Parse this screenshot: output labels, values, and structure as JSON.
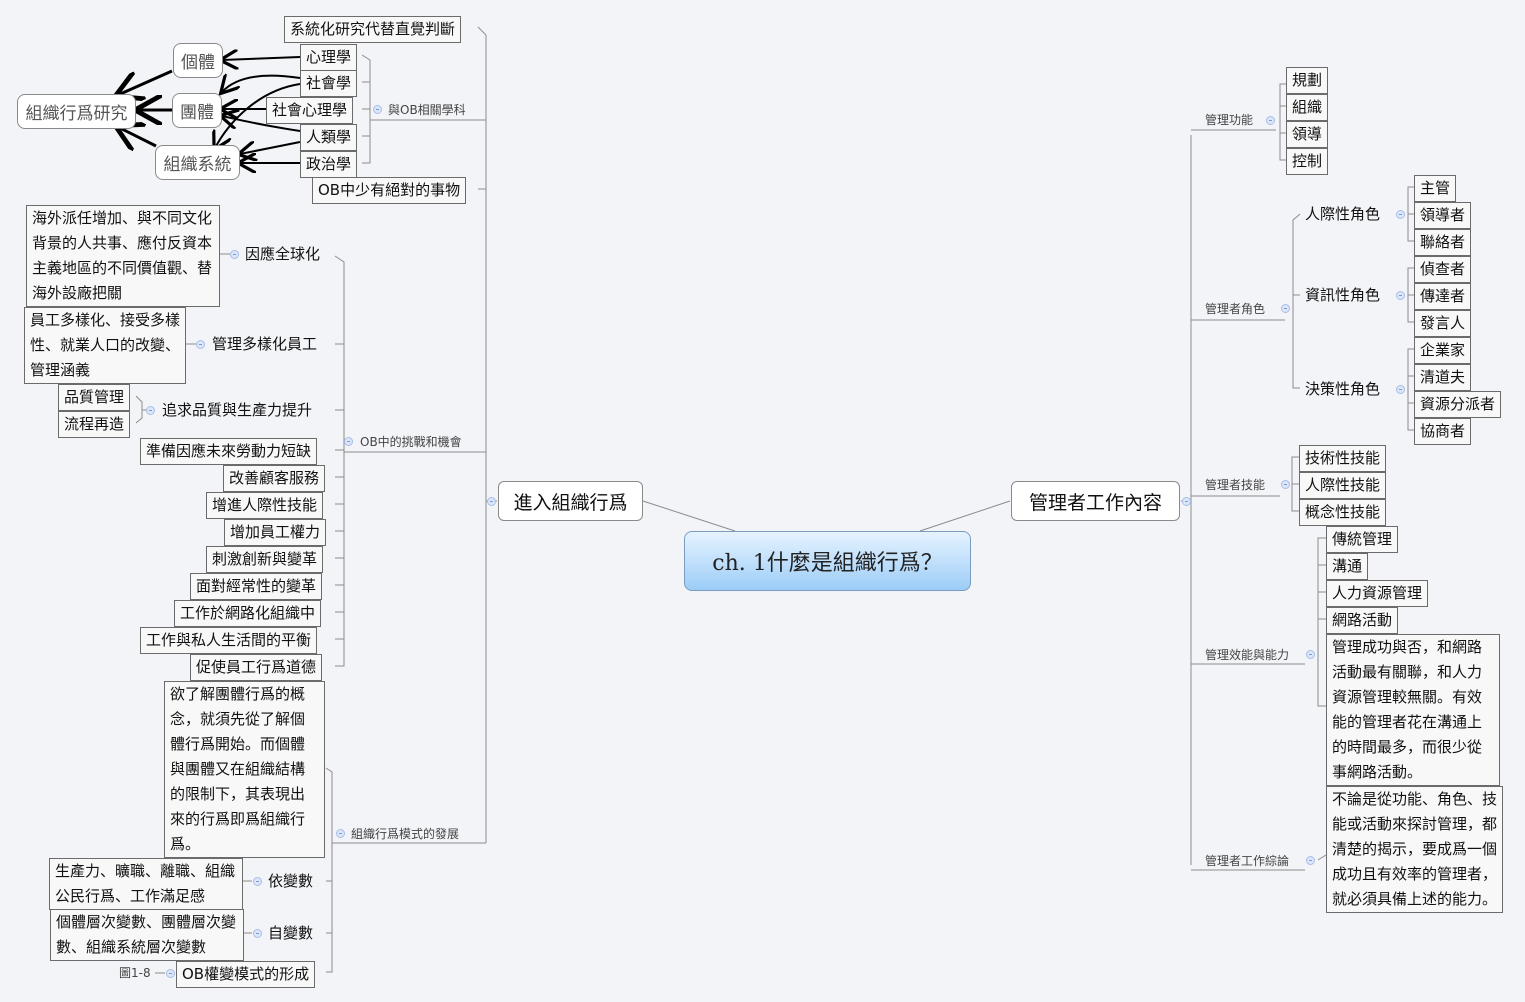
{
  "center": {
    "label": "ch. 1什麼是組織行爲？"
  },
  "left": {
    "main": "進入組織行爲",
    "systematic": "系統化研究代替直覺判斷",
    "related_fields": {
      "label": "與OB相關學科",
      "fields": [
        "心理學",
        "社會學",
        "社會心理學",
        "人類學",
        "政治學"
      ],
      "levels": [
        "個體",
        "團體",
        "組織系統"
      ],
      "research": "組織行爲研究"
    },
    "no_absolutes": "OB中少有絕對的事物",
    "challenges": {
      "label": "OB中的挑戰和機會",
      "globalization": {
        "label": "因應全球化",
        "detail": "海外派任增加、與不同文化背景的人共事、應付反資本主義地區的不同價值觀、替海外設廠把關"
      },
      "diversity": {
        "label": "管理多樣化員工",
        "detail": "員工多樣化、接受多樣性、就業人口的改變、管理涵義"
      },
      "quality": {
        "label": "追求品質與生產力提升",
        "items": [
          "品質管理",
          "流程再造"
        ]
      },
      "items": [
        "準備因應未來勞動力短缺",
        "改善顧客服務",
        "增進人際性技能",
        "增加員工權力",
        "刺激創新與變革",
        "面對經常性的變革",
        "工作於網路化組織中",
        "工作與私人生活間的平衡",
        "促使員工行爲道德"
      ]
    },
    "model": {
      "label": "組織行爲模式的發展",
      "detail": "欲了解團體行爲的概念，就須先從了解個體行爲開始。而個體與團體又在組織結構的限制下，其表現出來的行爲即爲組織行爲。",
      "dependent": {
        "label": "依變數",
        "detail": "生產力、曠職、離職、組織公民行爲、工作滿足感"
      },
      "independent": {
        "label": "自變數",
        "detail": "個體層次變數、團體層次變數、組織系統層次變數"
      },
      "formation": {
        "label": "OB權變模式的形成",
        "note": "圖1-8"
      }
    }
  },
  "right": {
    "main": "管理者工作內容",
    "functions": {
      "label": "管理功能",
      "items": [
        "規劃",
        "組織",
        "領導",
        "控制"
      ]
    },
    "roles": {
      "label": "管理者角色",
      "interpersonal": {
        "label": "人際性角色",
        "items": [
          "主管",
          "領導者",
          "聯絡者"
        ]
      },
      "informational": {
        "label": "資訊性角色",
        "items": [
          "偵查者",
          "傳達者",
          "發言人"
        ]
      },
      "decisional": {
        "label": "決策性角色",
        "items": [
          "企業家",
          "清道夫",
          "資源分派者",
          "協商者"
        ]
      }
    },
    "skills": {
      "label": "管理者技能",
      "items": [
        "技術性技能",
        "人際性技能",
        "概念性技能"
      ]
    },
    "effectiveness": {
      "label": "管理效能與能力",
      "items": [
        "傳統管理",
        "溝通",
        "人力資源管理",
        "網路活動"
      ],
      "detail": "管理成功與否，和網路活動最有關聯，和人力資源管理較無關。有效能的管理者花在溝通上的時間最多，而很少從事網路活動。"
    },
    "summary": {
      "label": "管理者工作綜論",
      "detail": "不論是從功能、角色、技能或活動來探討管理，都清楚的揭示，要成爲一個成功且有效率的管理者，就必須具備上述的能力。"
    }
  }
}
